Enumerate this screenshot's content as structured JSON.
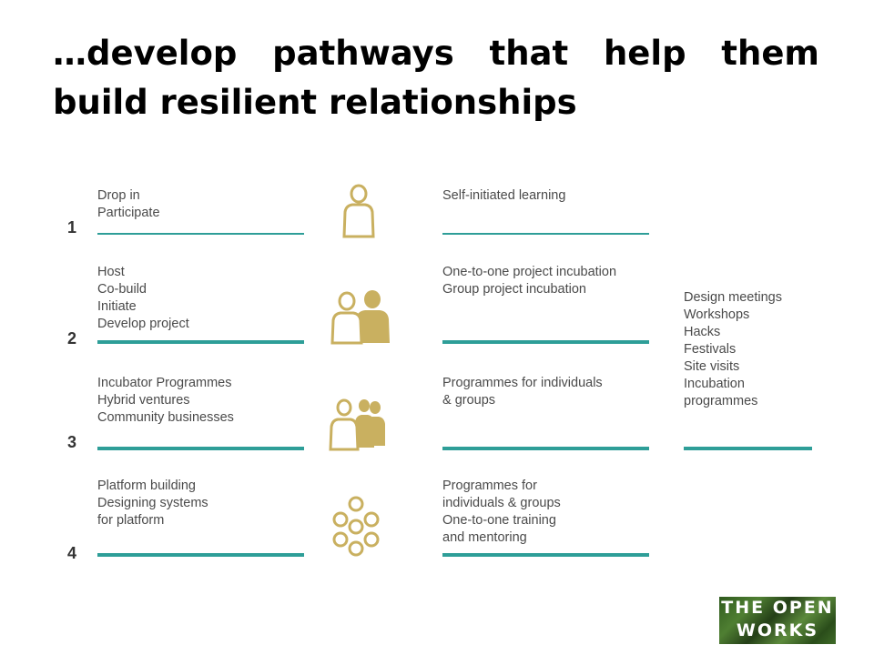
{
  "title": "…develop pathways that help them build resilient relationships",
  "rows": [
    {
      "number": "1",
      "left_lines": [
        "Drop in",
        "Participate"
      ],
      "icon": "single-person-icon",
      "middle_lines": [
        "Self-initiated learning"
      ]
    },
    {
      "number": "2",
      "left_lines": [
        "Host",
        "Co-build",
        "Initiate",
        "Develop project"
      ],
      "icon": "two-people-icon",
      "middle_lines": [
        "One-to-one project incubation",
        "Group project incubation"
      ]
    },
    {
      "number": "3",
      "left_lines": [
        "Incubator Programmes",
        "Hybrid ventures",
        "Community businesses"
      ],
      "icon": "group-people-icon",
      "middle_lines": [
        "Programmes for individuals",
        "& groups"
      ]
    },
    {
      "number": "4",
      "left_lines": [
        "Platform building",
        "Designing systems",
        "for platform"
      ],
      "icon": "network-circles-icon",
      "middle_lines": [
        "Programmes for",
        "individuals & groups",
        "One-to-one training",
        "and mentoring"
      ]
    }
  ],
  "right_column": {
    "lines": [
      "Design meetings",
      "Workshops",
      "Hacks",
      "Festivals",
      "Site visits",
      "Incubation",
      "programmes"
    ]
  },
  "logo": {
    "line1": "THE OPEN",
    "line2": "WORKS"
  },
  "colors": {
    "accent_bar": "#2e9e98",
    "icon_gold": "#c9b060"
  }
}
